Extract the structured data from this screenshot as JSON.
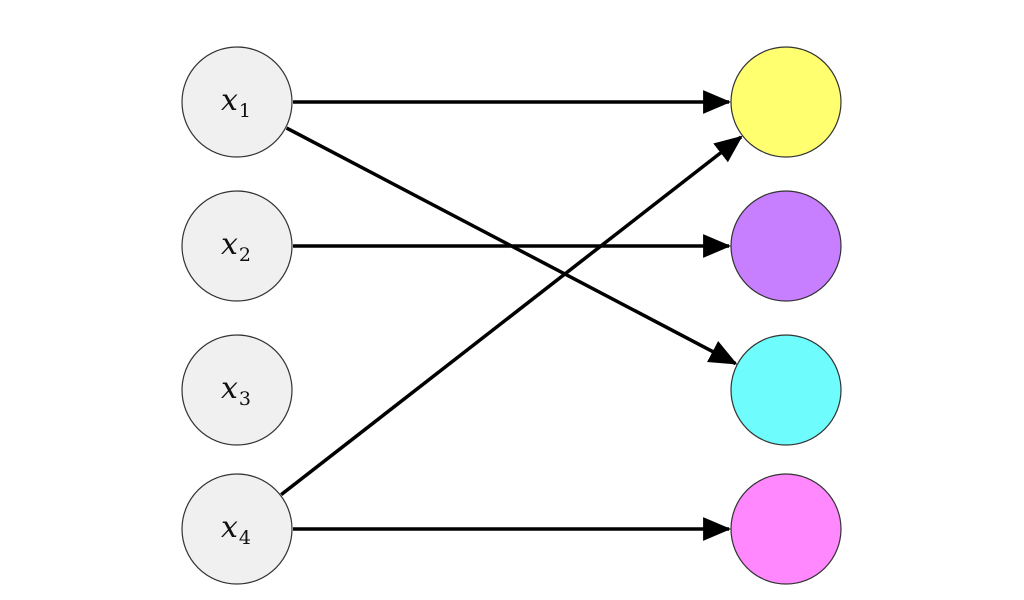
{
  "inputs": [
    {
      "var": "x",
      "sub": "1"
    },
    {
      "var": "x",
      "sub": "2"
    },
    {
      "var": "x",
      "sub": "3"
    },
    {
      "var": "x",
      "sub": "4"
    }
  ],
  "outputs": [
    {
      "color": "#ffff70"
    },
    {
      "color": "#c77fff"
    },
    {
      "color": "#6ffcfc"
    },
    {
      "color": "#ff88ff"
    }
  ],
  "input_fill": "#f0f0f0",
  "edge_color": "#000000",
  "edges": [
    {
      "from": 0,
      "to": 0
    },
    {
      "from": 0,
      "to": 2
    },
    {
      "from": 1,
      "to": 1
    },
    {
      "from": 3,
      "to": 0
    },
    {
      "from": 3,
      "to": 3
    }
  ]
}
